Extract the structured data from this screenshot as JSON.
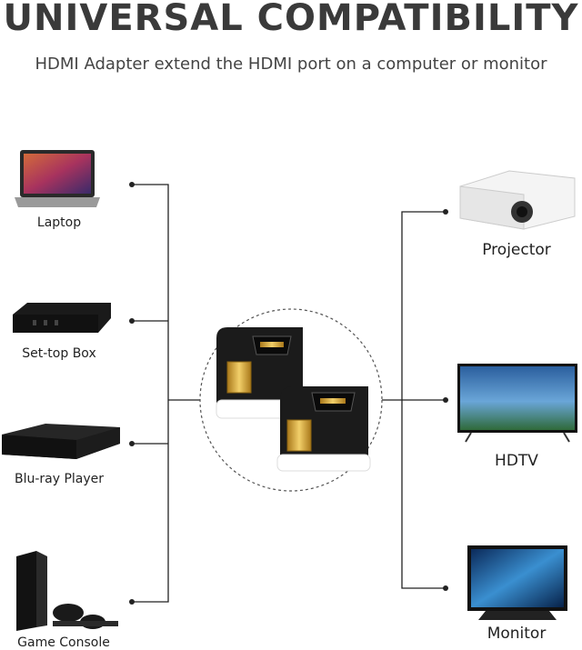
{
  "header": {
    "title": "UNIVERSAL COMPATIBILITY",
    "subtitle": "HDMI Adapter extend the HDMI port on a computer or monitor"
  },
  "left_devices": [
    {
      "label": "Laptop",
      "icon": "laptop-icon"
    },
    {
      "label": "Set-top Box",
      "icon": "set-top-box-icon"
    },
    {
      "label": "Blu-ray Player",
      "icon": "blu-ray-player-icon"
    },
    {
      "label": "Game Console",
      "icon": "game-console-icon"
    }
  ],
  "right_devices": [
    {
      "label": "Projector",
      "icon": "projector-icon"
    },
    {
      "label": "HDTV",
      "icon": "hdtv-icon"
    },
    {
      "label": "Monitor",
      "icon": "monitor-icon"
    }
  ],
  "center": {
    "icon": "hdmi-adapter-icon"
  },
  "colors": {
    "line": "#222222",
    "title": "#3a3a3a",
    "adapter": "#1b1b1b",
    "gold": "#d4a534"
  }
}
